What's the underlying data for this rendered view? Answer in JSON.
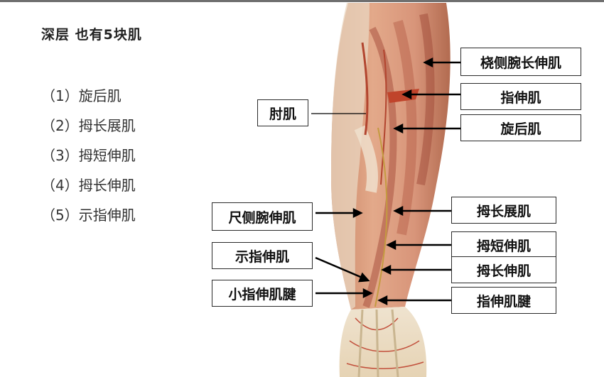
{
  "slide": {
    "title": "深层  也有5块肌",
    "muscle_list": [
      "（1）旋后肌",
      "（2）拇长展肌",
      "（3）拇短伸肌",
      "（4）拇长伸肌",
      "（5）示指伸肌"
    ]
  },
  "labels": {
    "brachioradialis_ext": "桡侧腕长伸肌",
    "ext_digitorum": "指伸肌",
    "elbow": "肘肌",
    "supinator": "旋后肌",
    "ext_carpi_ulnaris": "尺侧腕伸肌",
    "abd_pollicis_longus": "拇长展肌",
    "ext_pollicis_brevis": "拇短伸肌",
    "ext_indicis": "示指伸肌",
    "ext_pollicis_longus": "拇长伸肌",
    "ext_digiti_minimi_tendon": "小指伸肌腱",
    "ext_digitorum_tendon": "指伸肌腱"
  }
}
